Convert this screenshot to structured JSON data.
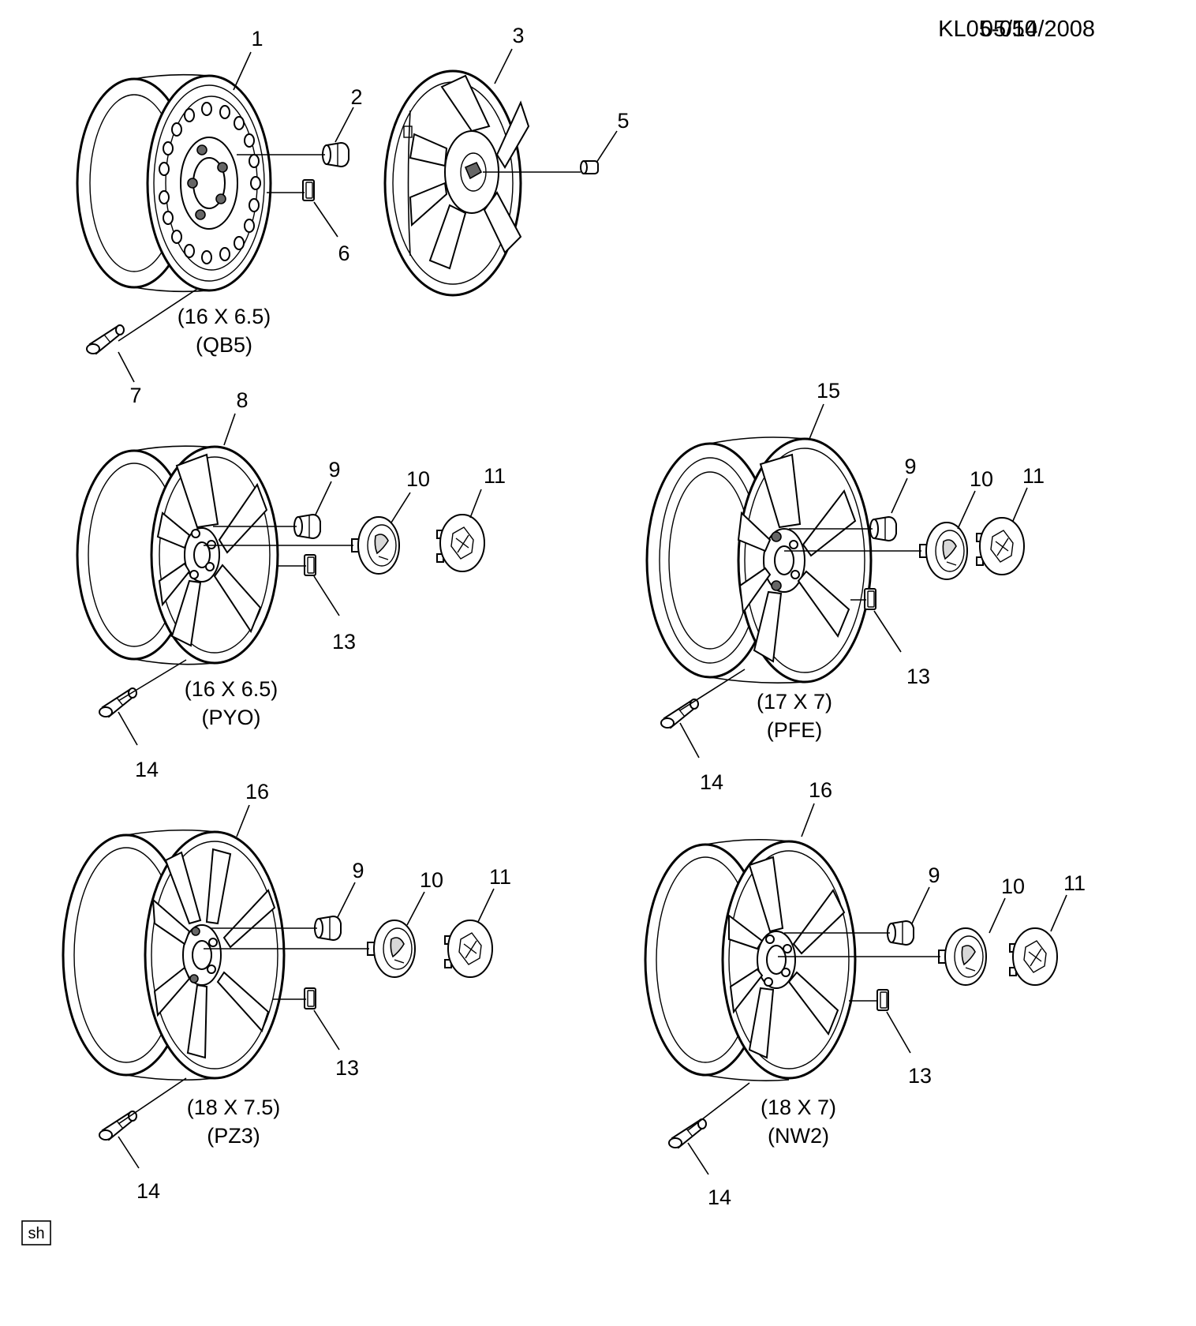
{
  "header": {
    "code": "KL05-050",
    "date": "05/14/2008"
  },
  "footer": {
    "tag": "sh"
  },
  "callouts": {
    "c1": "1",
    "c2": "2",
    "c3": "3",
    "c5": "5",
    "c6": "6",
    "c7": "7",
    "c8": "8",
    "c9a": "9",
    "c10a": "10",
    "c11a": "11",
    "c13a": "13",
    "c14a": "14",
    "c15": "15",
    "c9b": "9",
    "c10b": "10",
    "c11b": "11",
    "c13b": "13",
    "c14b": "14",
    "c16a": "16",
    "c9c": "9",
    "c10c": "10",
    "c11c": "11",
    "c13c": "13",
    "c14c": "14",
    "c16b": "16",
    "c9d": "9",
    "c10d": "10",
    "c11d": "11",
    "c13d": "13",
    "c14d": "14"
  },
  "wheels": [
    {
      "size": "(16 X 6.5)",
      "code": "(QB5)"
    },
    {
      "size": "(16 X 6.5)",
      "code": "(PYO)"
    },
    {
      "size": "(17 X 7)",
      "code": "(PFE)"
    },
    {
      "size": "(18 X 7.5)",
      "code": "(PZ3)"
    },
    {
      "size": "(18 X 7)",
      "code": "(NW2)"
    }
  ]
}
